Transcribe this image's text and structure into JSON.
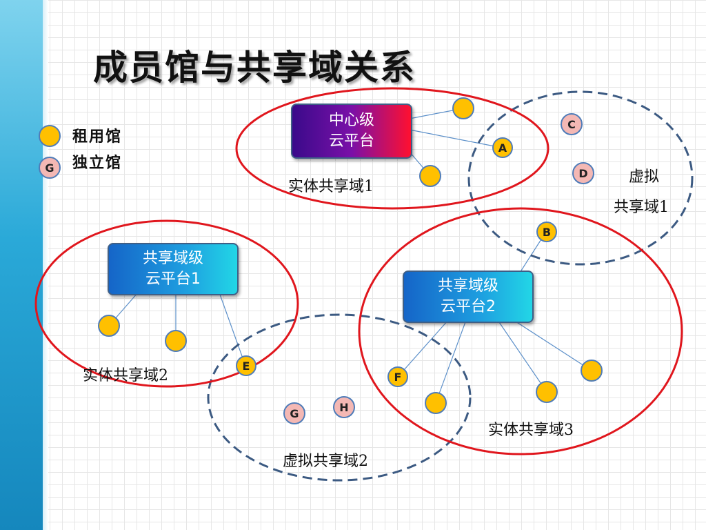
{
  "title": "成员馆与共享域关系",
  "legend": {
    "rent_label": "租用馆",
    "independent_label": "独立馆",
    "independent_symbol": "G"
  },
  "boxes": {
    "center_line1": "中心级",
    "center_line2": "云平台",
    "shared1_line1": "共享域级",
    "shared1_line2": "云平台1",
    "shared2_line1": "共享域级",
    "shared2_line2": "云平台2"
  },
  "regions": {
    "entity1": "实体共享域1",
    "entity2": "实体共享域2",
    "entity3": "实体共享域3",
    "virtual1_line1": "虚拟",
    "virtual1_line2": "共享域1",
    "virtual2": "虚拟共享域2"
  },
  "nodes": {
    "A": "A",
    "B": "B",
    "C": "C",
    "D": "D",
    "E": "E",
    "F": "F",
    "G": "G",
    "H": "H"
  },
  "colors": {
    "rent_fill": "#ffc000",
    "independent_fill": "#f4b8b4",
    "entity_ellipse": "#e0161d",
    "virtual_ellipse": "#3c5a82"
  }
}
